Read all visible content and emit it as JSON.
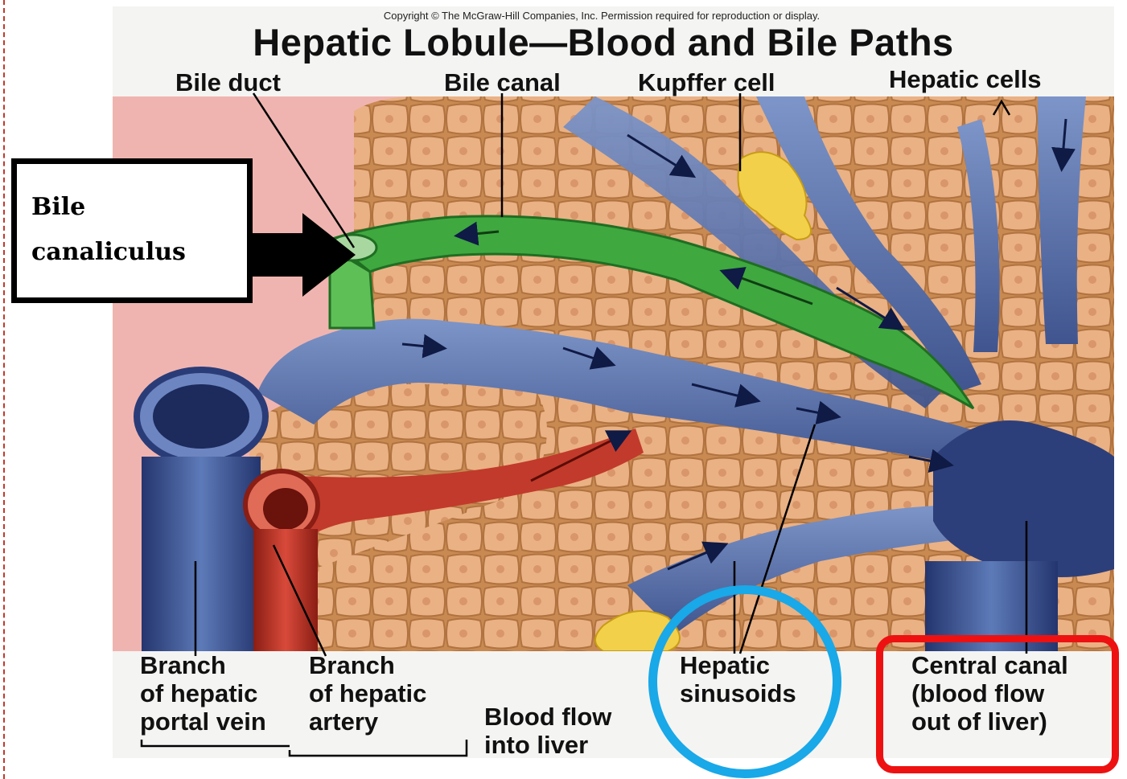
{
  "figure": {
    "copyright": "Copyright © The McGraw-Hill Companies, Inc. Permission required for reproduction or display.",
    "title": "Hepatic Lobule—Blood and Bile Paths"
  },
  "labels": {
    "bile_duct": "Bile duct",
    "bile_canal": "Bile canal",
    "kupffer_cell": "Kupffer cell",
    "hepatic_cells": "Hepatic cells",
    "portal_vein": [
      "Branch",
      "of hepatic",
      "portal vein"
    ],
    "hepatic_artery": [
      "Branch",
      "of hepatic",
      "artery"
    ],
    "blood_flow_in": [
      "Blood flow",
      "into liver"
    ],
    "hepatic_sinusoids": [
      "Hepatic",
      "sinusoids"
    ],
    "central_canal": [
      "Central canal",
      "(blood flow",
      "out of liver)"
    ]
  },
  "callout": {
    "line1": "Bile",
    "line2": "canaliculus"
  },
  "highlights": {
    "circle_color": "#19a8e8",
    "box_color": "#ee1111"
  }
}
